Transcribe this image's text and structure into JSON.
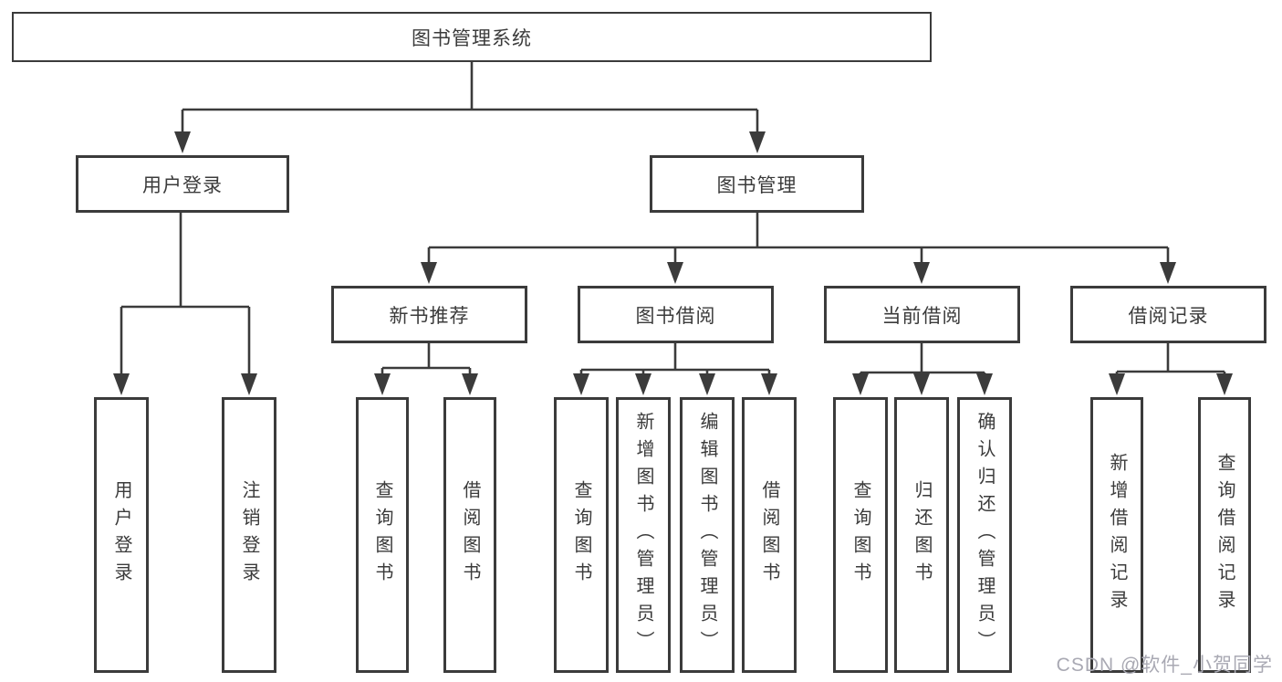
{
  "root": {
    "label": "图书管理系统"
  },
  "level1": [
    {
      "label": "用户登录"
    },
    {
      "label": "图书管理"
    }
  ],
  "level2": [
    {
      "label": "新书推荐"
    },
    {
      "label": "图书借阅"
    },
    {
      "label": "当前借阅"
    },
    {
      "label": "借阅记录"
    }
  ],
  "leaves": [
    {
      "label": "用户登录",
      "parent": "用户登录"
    },
    {
      "label": "注销登录",
      "parent": "用户登录"
    },
    {
      "label": "查询图书",
      "parent": "新书推荐"
    },
    {
      "label": "借阅图书",
      "parent": "新书推荐"
    },
    {
      "label": "查询图书",
      "parent": "图书借阅"
    },
    {
      "label": "新增图书（管理员）",
      "parent": "图书借阅"
    },
    {
      "label": "编辑图书（管理员）",
      "parent": "图书借阅"
    },
    {
      "label": "借阅图书",
      "parent": "图书借阅"
    },
    {
      "label": "查询图书",
      "parent": "当前借阅"
    },
    {
      "label": "归还图书",
      "parent": "当前借阅"
    },
    {
      "label": "确认归还（管理员）",
      "parent": "当前借阅"
    },
    {
      "label": "新增借阅记录",
      "parent": "借阅记录"
    },
    {
      "label": "查询借阅记录",
      "parent": "借阅记录"
    }
  ],
  "watermark": {
    "text": "CSDN @软件_小贺同学"
  },
  "colors": {
    "line": "#3b3b3b",
    "box_border": "#3b3b3b",
    "box_fill": "#ffffff",
    "text": "#3b3b3b",
    "watermark": "#a9a9b3",
    "background": "#ffffff"
  }
}
